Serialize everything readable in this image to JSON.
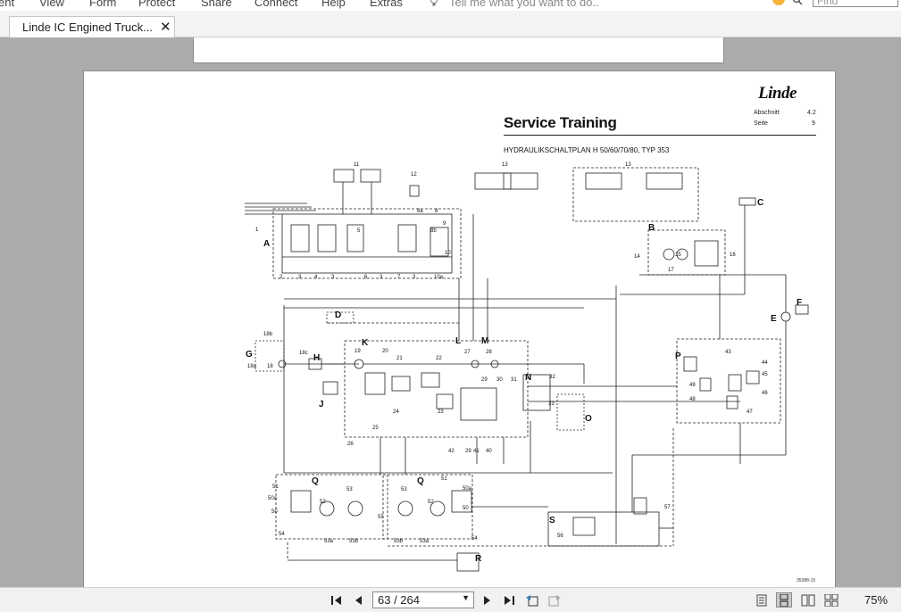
{
  "menubar": {
    "items": [
      "ent",
      "View",
      "Form",
      "Protect",
      "Share",
      "Connect",
      "Help",
      "Extras"
    ],
    "tell_me": "Tell me what you want to do..",
    "find_placeholder": "Find"
  },
  "tab": {
    "title": "Linde IC Engined Truck..."
  },
  "document": {
    "logo": "Linde",
    "meta": {
      "abschnitt_label": "Abschnitt",
      "abschnitt_value": "4.2",
      "seite_label": "Seite",
      "seite_value": "9"
    },
    "title": "Service Training",
    "subtitle": "HYDRAULIKSCHALTPLAN H 50/60/70/80, TYP 353",
    "footer_id": "35388-15",
    "diagram_labels": {
      "A": "A",
      "B": "B",
      "C": "C",
      "D": "D",
      "E": "E",
      "F": "F",
      "G": "G",
      "H": "H",
      "J": "J",
      "K": "K",
      "L": "L",
      "M": "M",
      "N": "N",
      "O": "O",
      "P": "P",
      "Q1": "Q",
      "Q2": "Q",
      "R": "R",
      "S": "S",
      "n11": "11",
      "n12": "12",
      "n13a": "13",
      "n13b": "13",
      "n14": "14",
      "n15": "15",
      "n16": "16",
      "n17": "17",
      "n1": "1",
      "n2": "2",
      "n3a": "3",
      "n4": "4",
      "n3b": "3",
      "n6": "6",
      "n3c": "3",
      "n7": "7",
      "n3d": "3",
      "n10a": "10a",
      "n8a": "8a",
      "n8": "8",
      "n8b": "8b",
      "n9": "9",
      "n10": "10",
      "n18b": "18b",
      "n18c": "18c",
      "n18a": "18a",
      "n18": "18",
      "n19": "19",
      "n20": "20",
      "n21": "21",
      "n22": "22",
      "n23": "23",
      "n24": "24",
      "n25": "25",
      "n26": "26",
      "n27": "27",
      "n28": "28",
      "n29": "29",
      "n30": "30",
      "n31": "31",
      "n32": "32",
      "n33": "33",
      "n42": "42",
      "n29b": "29",
      "n41": "41",
      "n40": "40",
      "n43": "43",
      "n44": "44",
      "n45": "45",
      "n46": "46",
      "n47": "47",
      "n48": "48",
      "n49": "49",
      "n51a": "51",
      "n50aa": "50a",
      "n50a": "50",
      "n52a": "52",
      "n53a": "53",
      "n53b": "53",
      "n52b": "52",
      "n51b": "51",
      "n50ab": "50a",
      "n50b": "50",
      "n54a": "54",
      "n54b": "54",
      "n55": "55",
      "n53aa": "53a",
      "n53ba": "53b",
      "n53bb": "53b",
      "n53ab": "53a",
      "n56": "56",
      "n57": "57",
      "n5": "5",
      "n4b": "4"
    }
  },
  "navigation": {
    "page_display": "63 / 264",
    "zoom": "75%"
  }
}
